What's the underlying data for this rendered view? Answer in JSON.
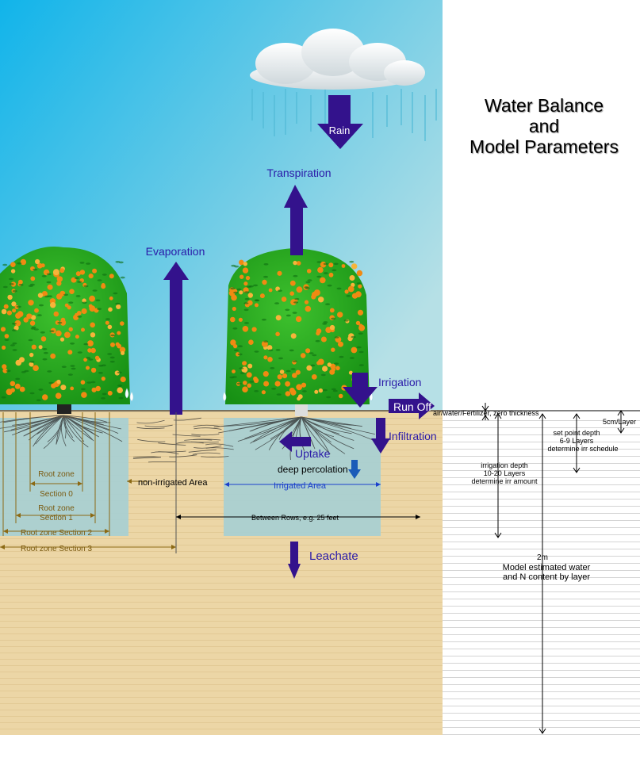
{
  "title": {
    "line1": "Water Balance",
    "line2": "and",
    "line3": "Model Parameters"
  },
  "processes": {
    "rain": "Rain",
    "transpiration": "Transpiration",
    "evaporation": "Evaporation",
    "irrigation": "Irrigation",
    "run_off": "Run Off",
    "infiltration": "Infiltration",
    "uptake": "Uptake",
    "deep_percolation": "deep percolation",
    "leachate": "Leachate"
  },
  "zones": {
    "non_irrigated": "non-irrigated Area",
    "irrigated": "Irrigated Area",
    "between_rows": "Between Rows, e.g. 25 feet",
    "section0": [
      "Root zone",
      "Section 0"
    ],
    "section1": [
      "Root zone",
      "Section 1"
    ],
    "section2": "Root zone Section 2",
    "section3": "Root zone Section 3"
  },
  "model": {
    "surface_layer": "air/water/Fertilizer, zero thickness",
    "layer_thickness": "5cm/Layer",
    "set_point": [
      "set point depth",
      "6-9 Layers",
      "determine irr schedule"
    ],
    "irrigation_depth": [
      "irrigation depth",
      "10-20 Layers",
      "determine irr amount"
    ],
    "total_depth": "2m",
    "estimate": [
      "Model estimated water",
      "and N content by layer"
    ]
  },
  "colors": {
    "arrow": "#33128c",
    "label": "#2a1aa8",
    "sky_top": "#11b4ea",
    "sky_bottom": "#b2dfe6",
    "soil": "#ecd6a6",
    "root_zone": "#a7cfd2",
    "foliage": "#1ea317",
    "fruit": "#f59b18"
  }
}
